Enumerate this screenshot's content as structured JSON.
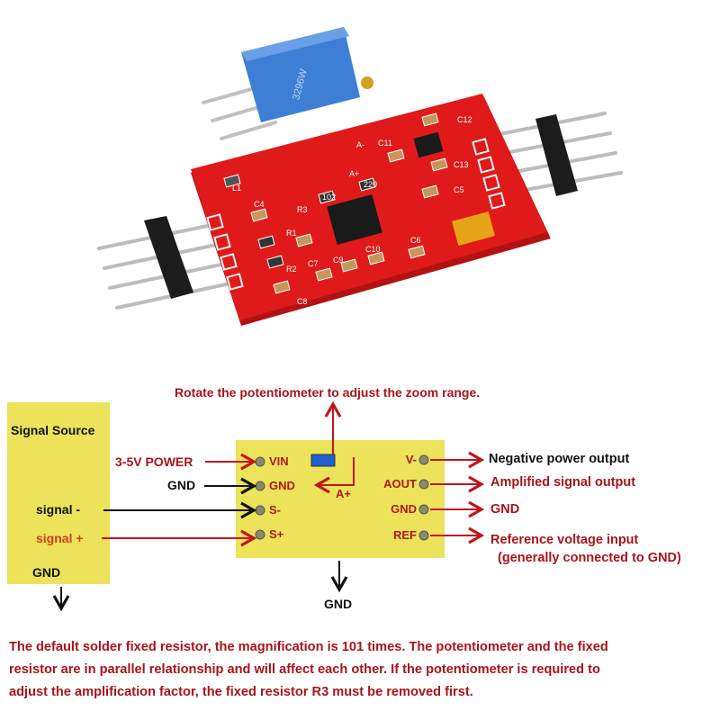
{
  "product_photo": {
    "silkscreen_labels": [
      "C12",
      "C11",
      "C13",
      "C5",
      "L1",
      "C4",
      "R3",
      "R1",
      "R2",
      "C7",
      "C9",
      "C10",
      "C6",
      "C8",
      "102",
      "220",
      "A+",
      "A-"
    ],
    "potentiometer_marking": "3296W",
    "colors": {
      "board": "#e01a1a",
      "potentiometer": "#3e7fd6",
      "header": "#1a1a1a",
      "pins": "#c0c0c0"
    }
  },
  "diagram": {
    "title_note": "Rotate the potentiometer to adjust the zoom range.",
    "signal_source": {
      "title": "Signal Source",
      "gnd": "GND"
    },
    "inputs": {
      "power": "3-5V POWER",
      "gnd": "GND",
      "signal_minus": "signal -",
      "signal_plus": "signal +"
    },
    "module": {
      "left_pins": [
        "VIN",
        "GND",
        "S-",
        "S+"
      ],
      "right_pins": [
        "V-",
        "AOUT",
        "GND",
        "REF"
      ],
      "pot_label": "A+",
      "bottom_gnd": "GND"
    },
    "outputs": {
      "v_minus": "Negative power output",
      "aout": "Amplified signal output",
      "gnd": "GND",
      "ref_line1": "Reference voltage input",
      "ref_line2": "(generally connected to GND)"
    },
    "colors": {
      "box": "#ece35a",
      "red_text": "#a8141c",
      "arrow_red": "#c0161c"
    }
  },
  "footnote": {
    "line1": "The default solder fixed resistor, the magnification is 101 times. The potentiometer and the fixed",
    "line2": "resistor are in parallel relationship and will affect each other. If the potentiometer is required to",
    "line3": "adjust the amplification factor, the fixed resistor R3 must be removed first."
  }
}
